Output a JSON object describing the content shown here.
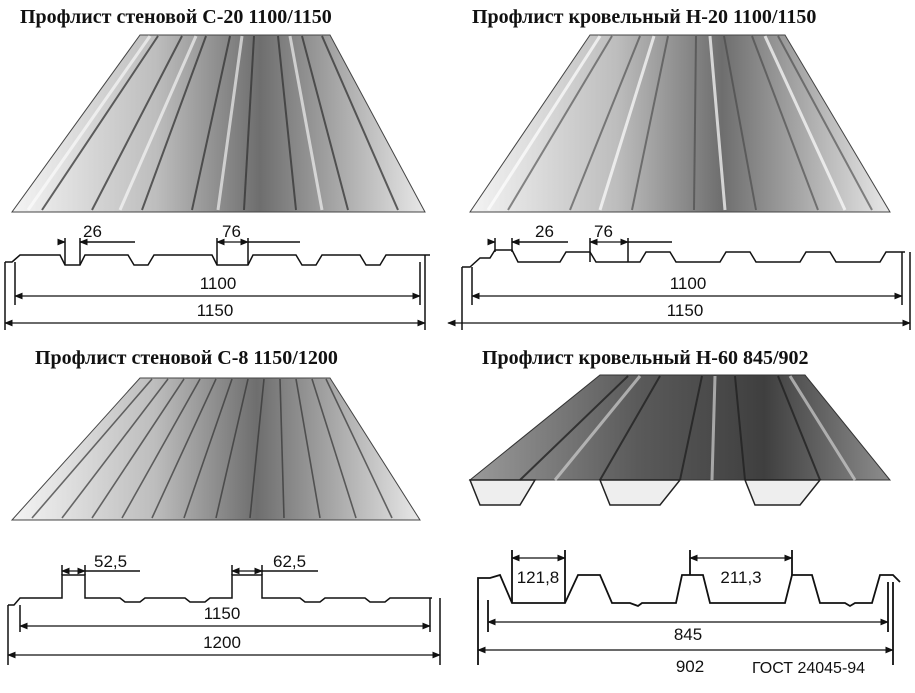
{
  "panels": [
    {
      "title": "Профлист стеновой С-20 1100/1150",
      "dims": {
        "rib_top": "26",
        "rib_bottom": "76",
        "working_width": "1100",
        "full_width": "1150"
      }
    },
    {
      "title": "Профлист кровельный Н-20 1100/1150",
      "dims": {
        "rib_top": "26",
        "rib_bottom": "76",
        "working_width": "1100",
        "full_width": "1150"
      }
    },
    {
      "title": "Профлист стеновой С-8 1150/1200",
      "dims": {
        "rib_top": "52,5",
        "rib_bottom": "62,5",
        "working_width": "1150",
        "full_width": "1200"
      }
    },
    {
      "title": "Профлист кровельный Н-60 845/902",
      "dims": {
        "rib_top": "121,8",
        "rib_bottom": "211,3",
        "working_width": "845",
        "full_width": "902"
      }
    }
  ],
  "standard": "ГОСТ 24045-94",
  "colors": {
    "metal_light": "#f2f2f2",
    "metal_dark": "#5a5a5a",
    "line": "#111111"
  }
}
